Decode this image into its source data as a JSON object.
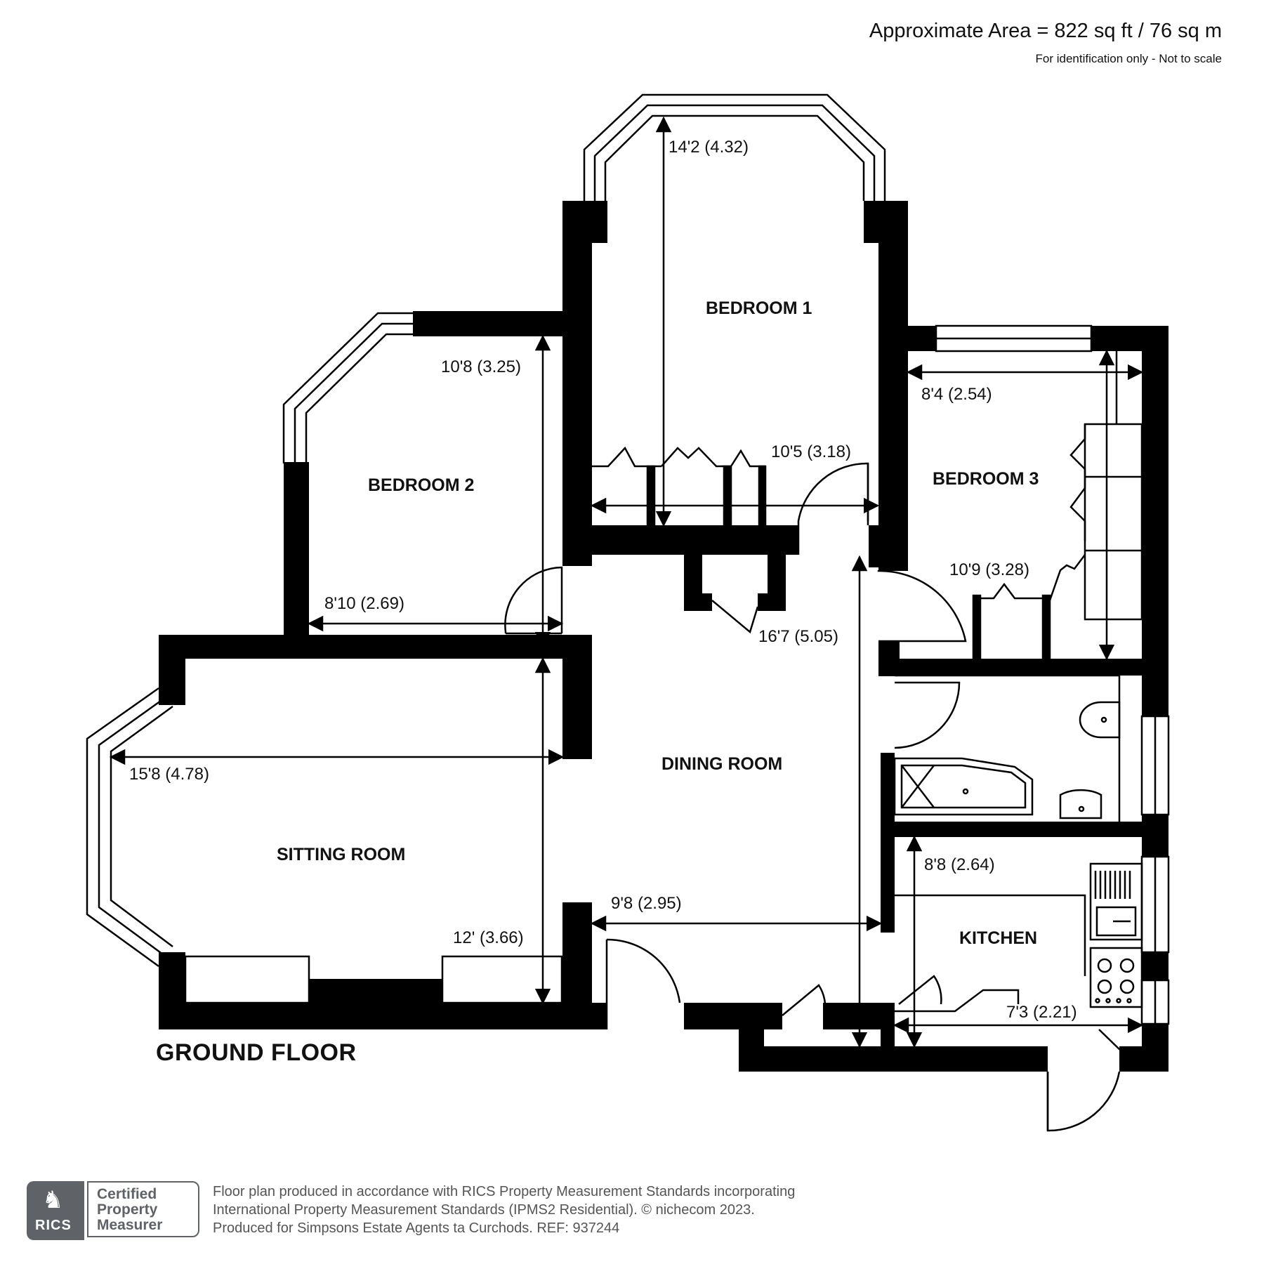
{
  "header": {
    "area": "Approximate Area = 822 sq ft / 76 sq m",
    "note": "For identification only - Not to scale"
  },
  "floor_label": "GROUND FLOOR",
  "rooms": {
    "bedroom1": "BEDROOM 1",
    "bedroom2": "BEDROOM 2",
    "bedroom3": "BEDROOM 3",
    "dining": "DINING ROOM",
    "sitting": "SITTING ROOM",
    "kitchen": "KITCHEN"
  },
  "dimensions": {
    "bed1_length": "14'2 (4.32)",
    "bed1_width": "10'5 (3.18)",
    "bed2_length": "10'8 (3.25)",
    "bed2_width": "8'10 (2.69)",
    "bed3_width": "8'4 (2.54)",
    "bed3_length": "10'9 (3.28)",
    "dining_length": "16'7 (5.05)",
    "dining_width": "9'8 (2.95)",
    "sitting_length": "15'8 (4.78)",
    "sitting_width": "12' (3.66)",
    "kitchen_length": "8'8 (2.64)",
    "kitchen_width": "7'3 (2.21)"
  },
  "badge": {
    "logo_text": "RICS",
    "line1": "Certified",
    "line2": "Property",
    "line3": "Measurer"
  },
  "footer": {
    "line1": "Floor plan produced in accordance with RICS Property Measurement Standards incorporating",
    "line2": "International Property Measurement Standards (IPMS2 Residential).   © nichecom 2023.",
    "line3": "Produced for Simpsons Estate Agents ta Curchods.   REF:  937244"
  },
  "colors": {
    "wall": "#000000",
    "background": "#ffffff",
    "badge": "#5f6368",
    "footer_text": "#555555"
  }
}
